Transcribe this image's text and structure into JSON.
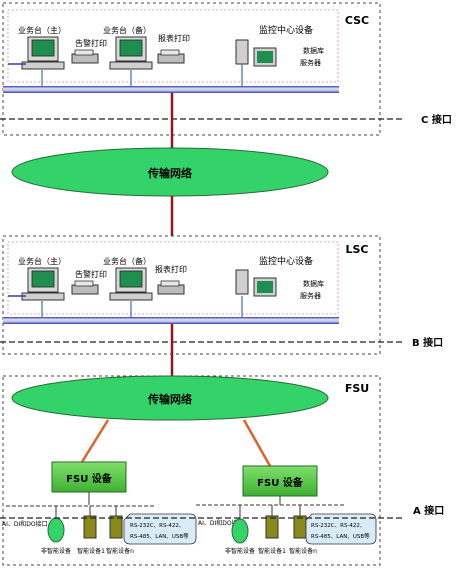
{
  "csc": {
    "title": "CSC",
    "workstation_main": "业务台（主）",
    "workstation_backup": "业务台（备）",
    "alarm_printer": "告警打印",
    "report_printer": "报表打印",
    "monitor_center": "监控中心设备",
    "db_server_line1": "数据库",
    "db_server_line2": "服务器"
  },
  "c_interface": "C 接口",
  "network_top": "传输网络",
  "lsc": {
    "title": "LSC",
    "workstation_main": "业务台（主）",
    "workstation_backup": "业务台（备）",
    "alarm_printer": "告警打印",
    "report_printer": "报表打印",
    "monitor_center": "监控中心设备",
    "db_server_line1": "数据库",
    "db_server_line2": "服务器"
  },
  "b_interface": "B 接口",
  "fsu_section": {
    "title": "FSU",
    "network": "传输网络",
    "fsu_device_left": "FSU 设备",
    "fsu_device_right": "FSU 设备",
    "aio_left": "AI、DI和DO接口",
    "aio_right": "AI、DI和DO接口",
    "non_smart_left": "非智能设备",
    "smart1_left": "智能设备1",
    "smartn_left": "智能设备n",
    "non_smart_right": "非智能设备",
    "smart1_right": "智能设备1",
    "smartn_right": "智能设备n",
    "callout_left_line1": "RS-232C、RS-422、",
    "callout_left_line2": "RS-485、LAN、USB等",
    "callout_right_line1": "RS-232C、RS-422、",
    "callout_right_line2": "RS-485、LAN、USB等"
  },
  "a_interface": "A 接口",
  "colors": {
    "network_green": "#33d36a",
    "fsu_box_green": "#5ccf4a",
    "link_brown": "#8b1a1a",
    "link_orange": "#e0622a",
    "bus_blue": "#3a3aa8",
    "bus_light": "#b8c6e8",
    "dash_pink": "#e88aa0",
    "callout_fill": "#d8ecf8"
  }
}
